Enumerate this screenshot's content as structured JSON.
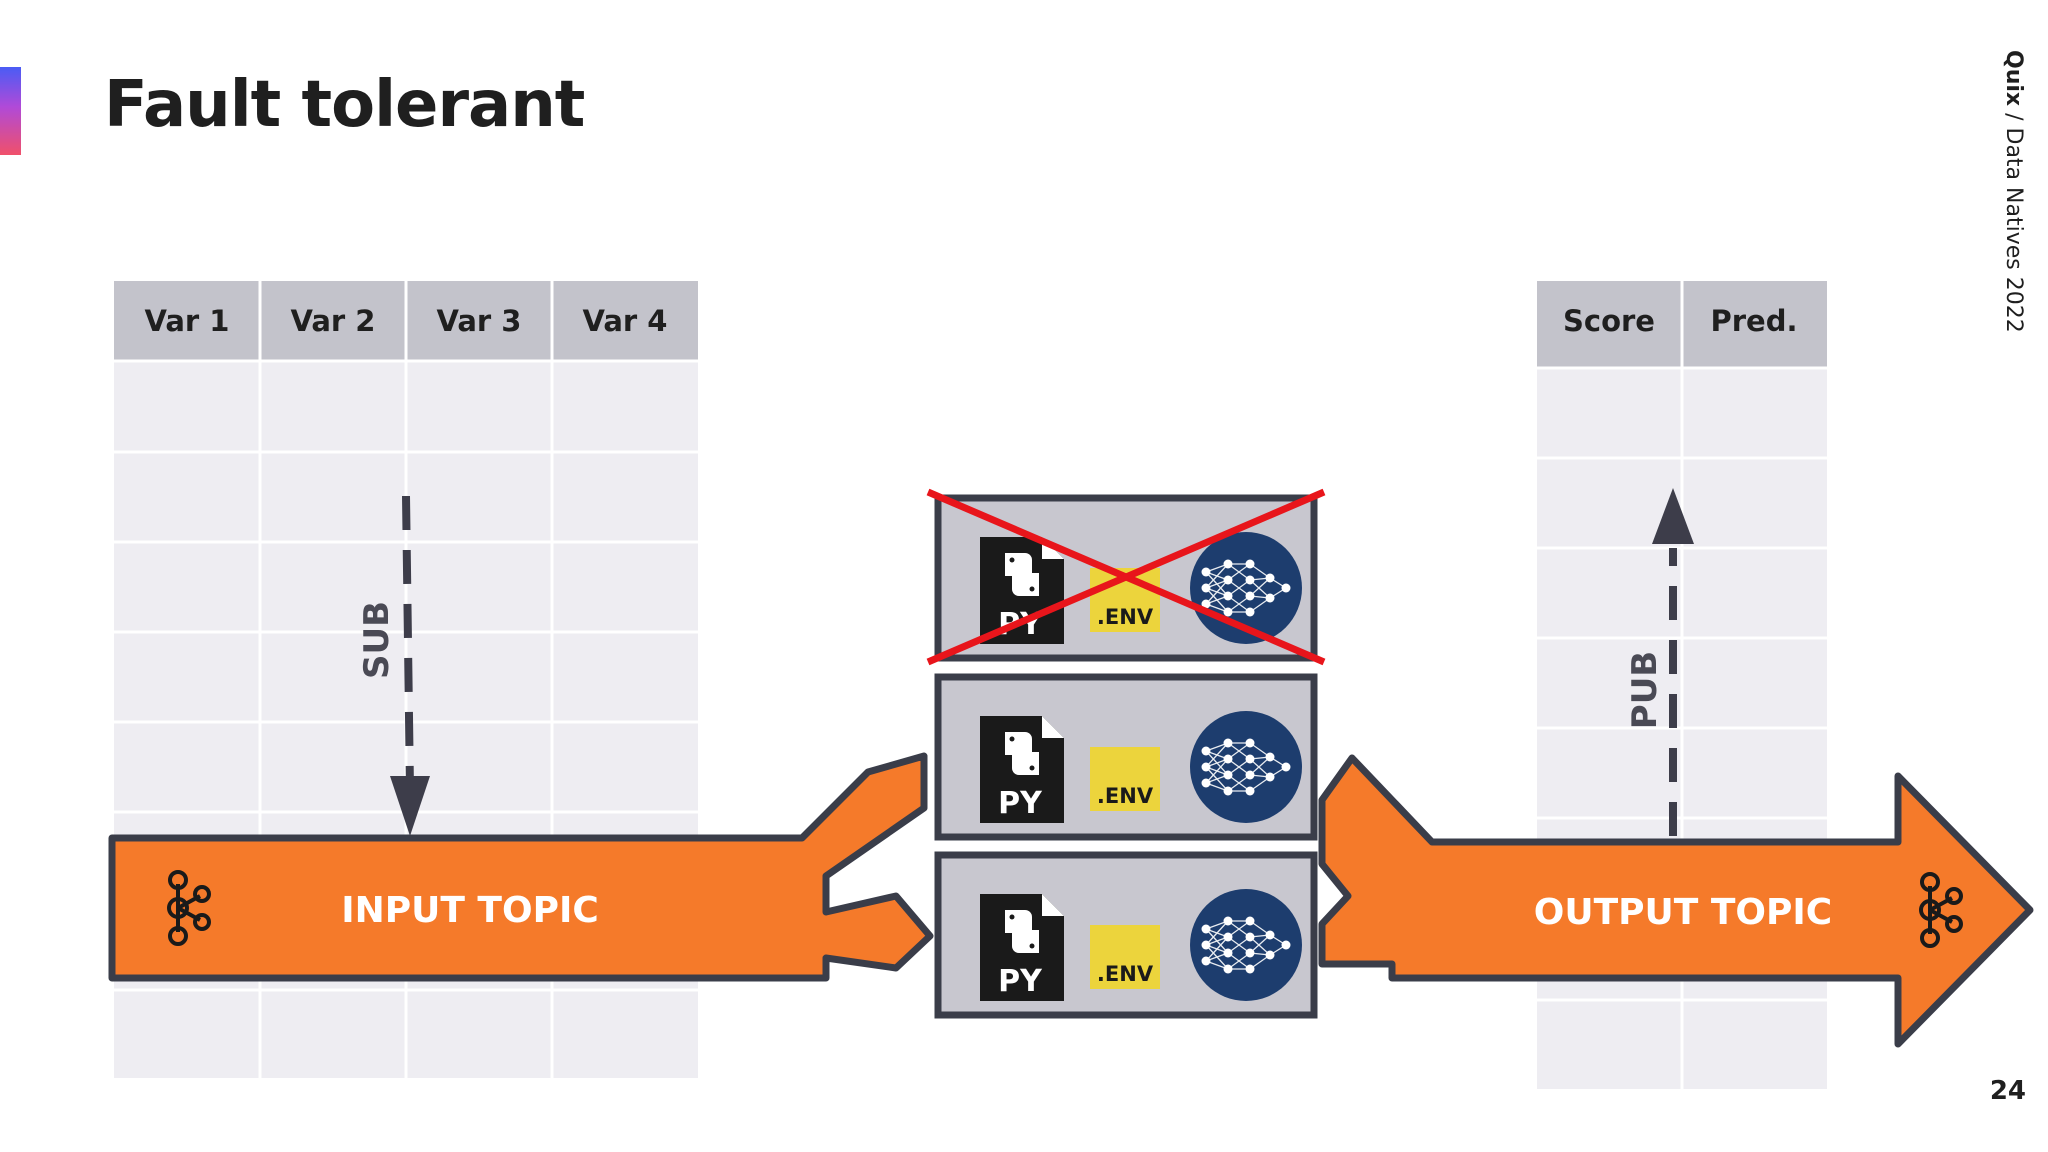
{
  "slide": {
    "title": "Fault tolerant",
    "side_label_brand": "Quix",
    "side_label_rest": " / Data Natives 2022",
    "page_number": "24"
  },
  "input_table": {
    "headers": [
      "Var 1",
      "Var 2",
      "Var 3",
      "Var 4"
    ]
  },
  "output_table": {
    "headers": [
      "Score",
      "Pred."
    ]
  },
  "arrows": {
    "sub_label": "SUB",
    "pub_label": "PUB"
  },
  "topics": {
    "input": "INPUT TOPIC",
    "output": "OUTPUT TOPIC"
  },
  "services": {
    "py_label": "PY",
    "env_label": ".ENV",
    "instances": [
      {
        "state": "failed"
      },
      {
        "state": "running"
      },
      {
        "state": "running"
      }
    ]
  },
  "colors": {
    "topic_orange": "#f57a2a",
    "outline": "#3a3d49",
    "table_header": "#c3c3cb",
    "table_cell": "#eeedf2",
    "service_box": "#c8c7cf",
    "env_yellow": "#ecd43c",
    "model_navy": "#1d3d6e",
    "failure_red": "#e8151b",
    "arrow_dark": "#3d3d4a"
  }
}
